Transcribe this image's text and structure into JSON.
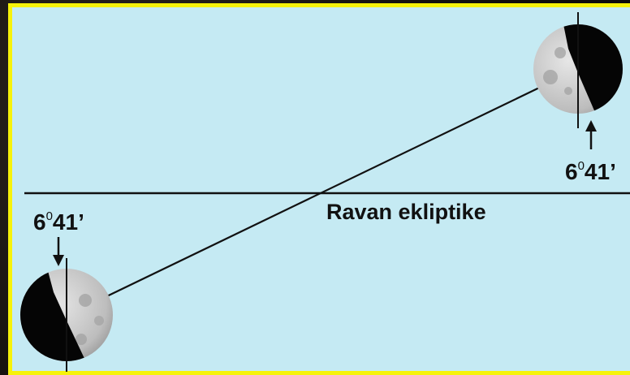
{
  "plane_label": "Ravan ekliptike",
  "angle_upper": {
    "degrees": "6",
    "degree_sign": "0",
    "minutes": "41’"
  },
  "angle_lower": {
    "degrees": "6",
    "degree_sign": "0",
    "minutes": "41’"
  },
  "colors": {
    "frame_border": "#f6f20a",
    "background": "#c5eaf3",
    "line": "#111111",
    "moon_dark": "#050505",
    "moon_lit": "#c9c9c9"
  }
}
